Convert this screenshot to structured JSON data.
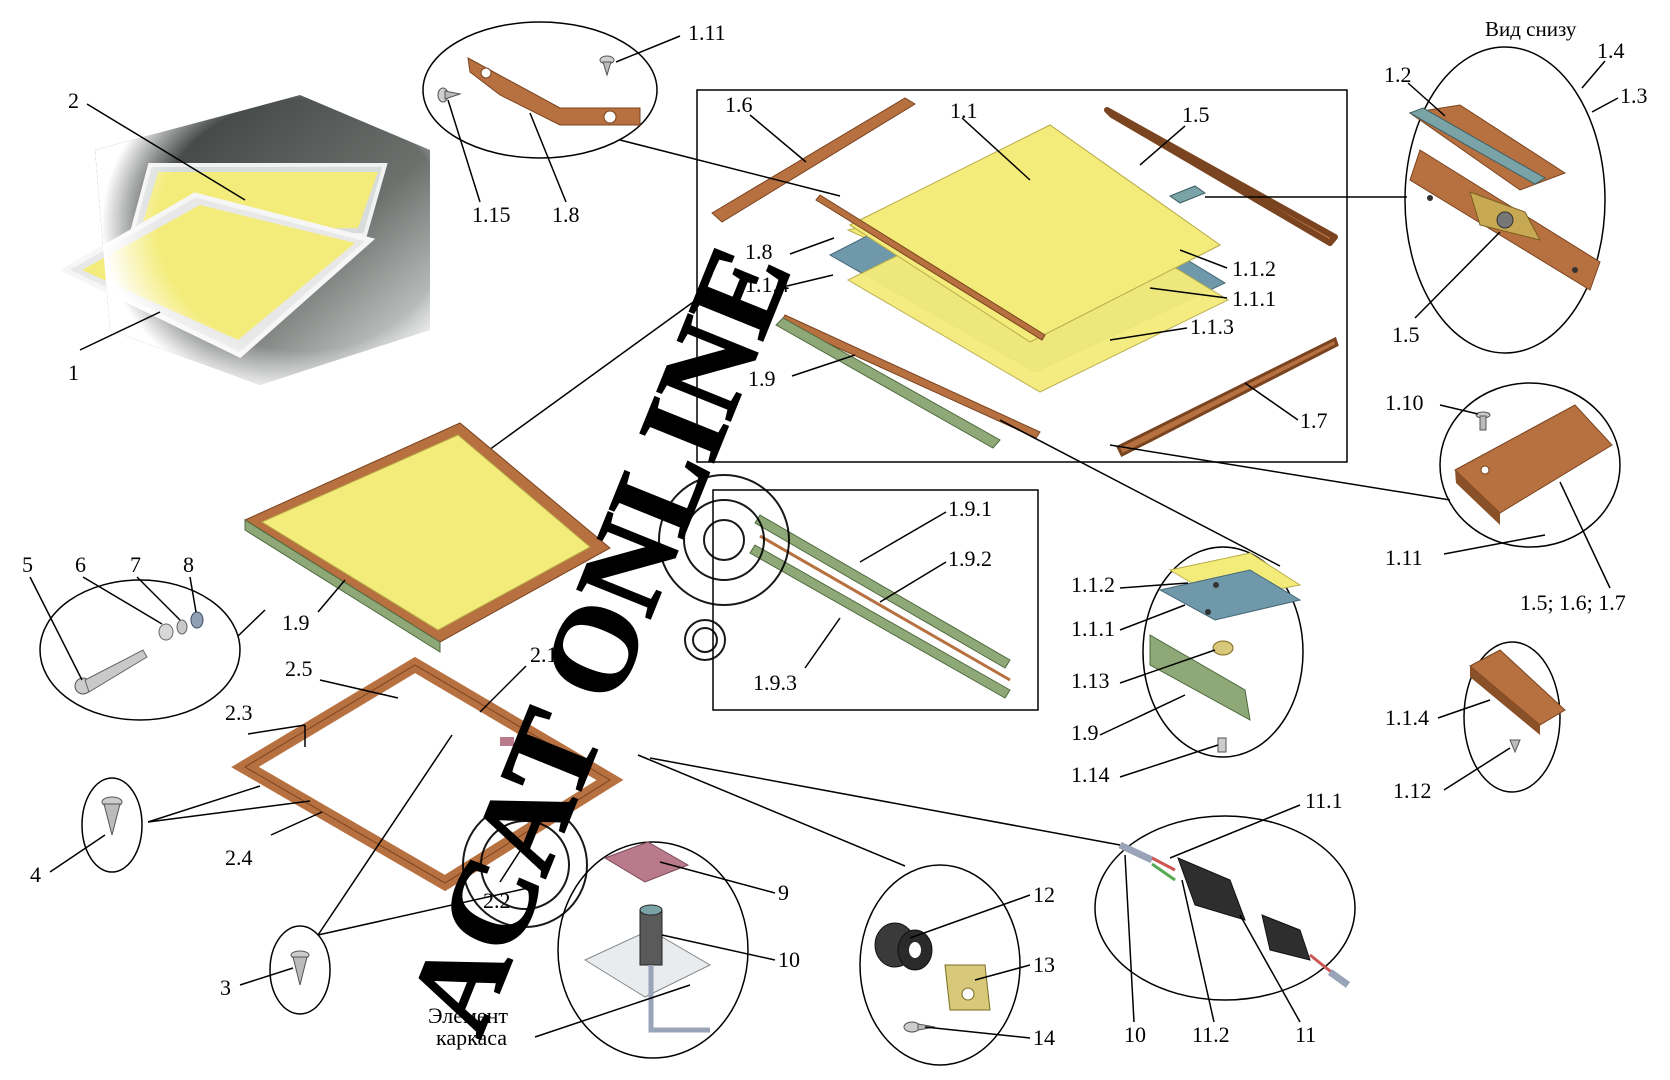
{
  "header": {
    "bottom_view_title": "Вид снизу"
  },
  "frame_element_label": [
    "Элемент",
    "каркаса"
  ],
  "watermark": {
    "text": "ACAT ONLINE",
    "color": "#000000"
  },
  "colors": {
    "yellow_panel": "#f4ec7a",
    "copper": "#b7703f",
    "copper_dark": "#7a4420",
    "blue_panel": "#6f99ab",
    "green_hinge": "#8fa877",
    "pink_pad": "#b97a8c",
    "photo_gray": "#3d4240"
  },
  "labels": {
    "l1": "1",
    "l2": "2",
    "l1_11_top": "1.11",
    "l1_15": "1.15",
    "l1_8_top": "1.8",
    "l1_6": "1.6",
    "l1_1": "1.1",
    "l1_5_top": "1.5",
    "l1_8_mid": "1.8",
    "l1_1_4": "1.1.4",
    "l1_1_2": "1.1.2",
    "l1_1_1": "1.1.1",
    "l1_1_3": "1.1.3",
    "l1_9_top": "1.9",
    "l1_7": "1.7",
    "l1_2": "1.2",
    "l1_4": "1.4",
    "l1_3": "1.3",
    "l1_5_circle": "1.5",
    "l1_10": "1.10",
    "l1_11_right": "1.11",
    "l1_5_6_7": "1.5; 1.6; 1.7",
    "l1_9_1": "1.9.1",
    "l1_9_2": "1.9.2",
    "l1_9_3": "1.9.3",
    "l1_1_2_c": "1.1.2",
    "l1_1_1_c": "1.1.1",
    "l1_13": "1.13",
    "l1_9_c": "1.9",
    "l1_14": "1.14",
    "l1_1_4_c": "1.1.4",
    "l1_12": "1.12",
    "l5": "5",
    "l6": "6",
    "l7": "7",
    "l8": "8",
    "l1_9_left": "1.9",
    "l2_5": "2.5",
    "l2_1": "2.1",
    "l2_3": "2.3",
    "l2_4": "2.4",
    "l2_2": "2.2",
    "l4": "4",
    "l3": "3",
    "l9": "9",
    "l10_sensor": "10",
    "l12": "12",
    "l13": "13",
    "l14": "14",
    "l11_1": "11.1",
    "l10_conn": "10",
    "l11_2": "11.2",
    "l11": "11"
  }
}
